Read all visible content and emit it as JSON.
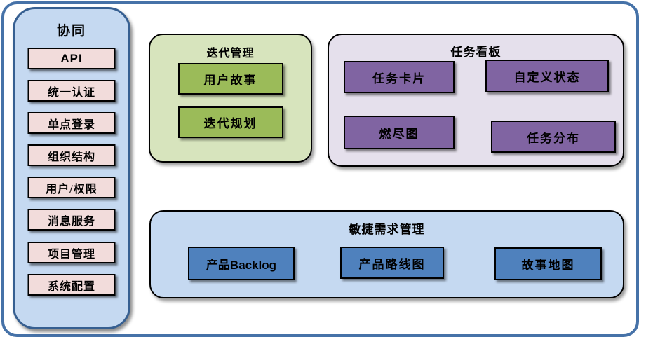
{
  "colors": {
    "outer_border": "#4672A8",
    "sidebar_bg": "#C5D9F1",
    "sidebar_border": "#365F91",
    "pink_item": "#F2DCDB",
    "green_container": "#D7E4BD",
    "green_item": "#9BBB59",
    "purple_container": "#E5E0EC",
    "purple_item": "#8064A2",
    "blue_container": "#C5D9F1",
    "blue_item": "#4F81BD"
  },
  "sidebar": {
    "title": "协同",
    "items": [
      {
        "label": "API"
      },
      {
        "label": "统一认证"
      },
      {
        "label": "单点登录"
      },
      {
        "label": "组织结构"
      },
      {
        "label": "用户/权限"
      },
      {
        "label": "消息服务"
      },
      {
        "label": "项目管理"
      },
      {
        "label": "系统配置"
      }
    ]
  },
  "iteration": {
    "title": "迭代管理",
    "items": [
      {
        "label": "用户故事"
      },
      {
        "label": "迭代规划"
      }
    ]
  },
  "kanban": {
    "title": "任务看板",
    "items": [
      {
        "label": "任务卡片"
      },
      {
        "label": "自定义状态"
      },
      {
        "label": "燃尽图"
      },
      {
        "label": "任务分布"
      }
    ]
  },
  "requirements": {
    "title": "敏捷需求管理",
    "items": [
      {
        "label": "产品Backlog"
      },
      {
        "label": "产品路线图"
      },
      {
        "label": "故事地图"
      }
    ]
  }
}
